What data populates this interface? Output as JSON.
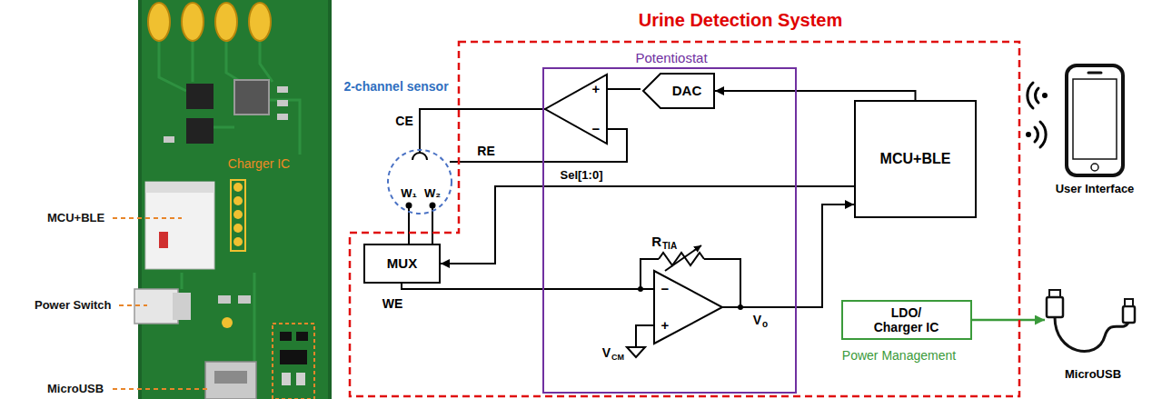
{
  "diagram": {
    "nodes": [
      {
        "text": [
          "Urine Detection System"
        ]
      },
      {
        "text": [
          "2-channel sensor",
          "W₁",
          "W₂"
        ]
      },
      {
        "text": [
          "Potentiostat"
        ],
        "in": 0
      },
      {
        "text": [
          "DAC"
        ],
        "in": 2
      },
      {
        "text": [
          "MUX"
        ],
        "in": 0
      },
      {
        "text": [
          "MCU+BLE"
        ],
        "in": 0
      },
      {
        "text": [
          "LDO/ Charger IC",
          "Power Management"
        ],
        "in": 0
      },
      {
        "text": [
          "User Interface"
        ]
      },
      {
        "text": [
          "MicroUSB"
        ]
      }
    ],
    "edges": [
      {
        "from": 5,
        "to": 3,
        "arrow": "to"
      },
      {
        "from": 5,
        "to": 4,
        "label": "Sel[1:0]",
        "arrow": "to"
      },
      {
        "from": 1,
        "to": 4,
        "arrow": "none"
      },
      {
        "from": 6,
        "to": 8,
        "arrow": "to"
      }
    ],
    "labels": [
      "MCU+BLE",
      "Power Switch",
      "MicroUSB",
      "Charger IC",
      "CE",
      "RE",
      "+",
      "−",
      "WE",
      "R",
      "TIA",
      "−",
      "+",
      "V",
      "CM",
      "V",
      "o"
    ]
  }
}
